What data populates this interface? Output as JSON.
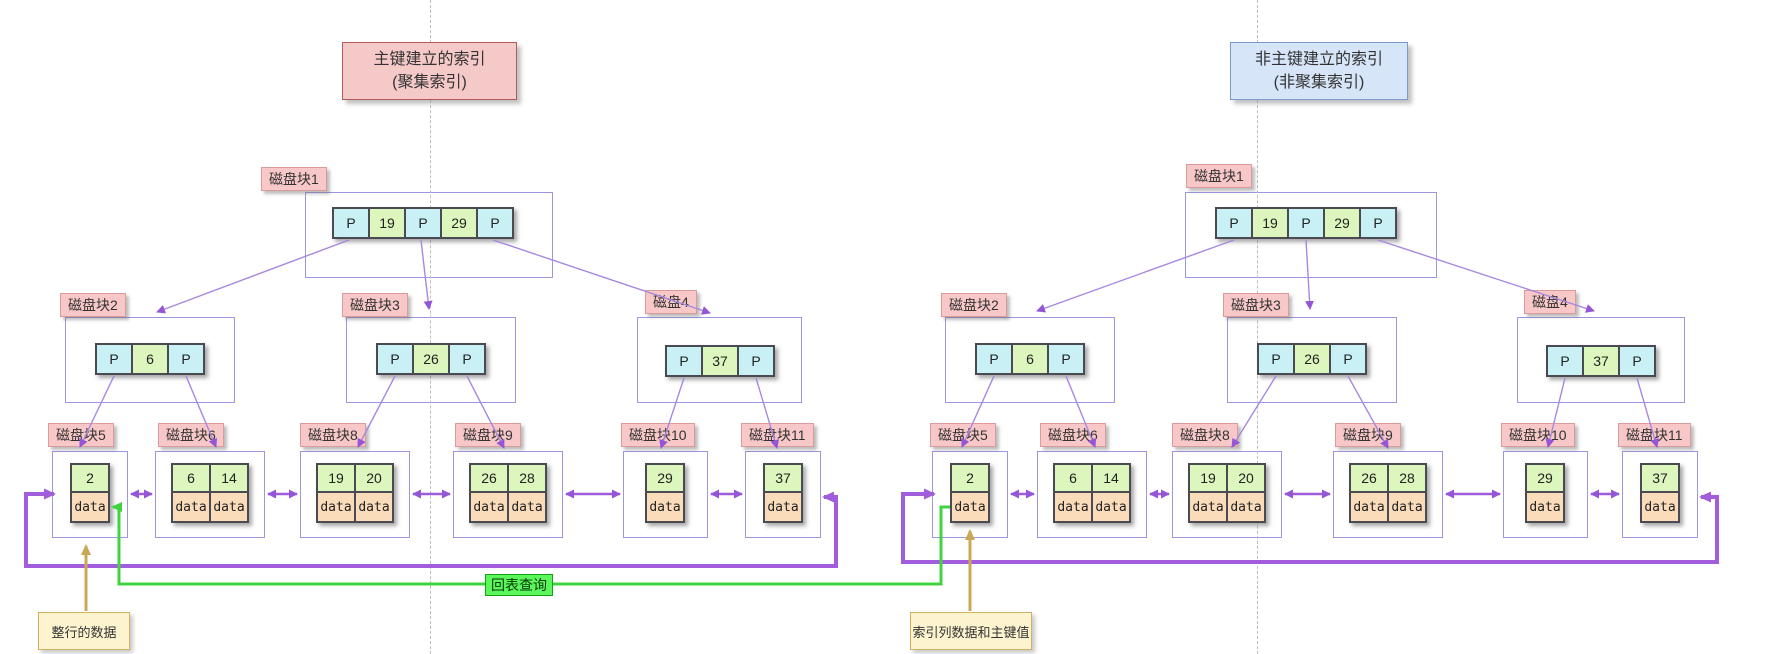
{
  "left_diagram": {
    "title": {
      "line1": "主键建立的索引",
      "line2": "(聚集索引)"
    },
    "root": {
      "label": "磁盘块1",
      "cells": [
        "P",
        "19",
        "P",
        "29",
        "P"
      ]
    },
    "internals": [
      {
        "label": "磁盘块2",
        "cells": [
          "P",
          "6",
          "P"
        ]
      },
      {
        "label": "磁盘块3",
        "cells": [
          "P",
          "26",
          "P"
        ]
      },
      {
        "label": "磁盘4",
        "cells": [
          "P",
          "37",
          "P"
        ]
      }
    ],
    "leaves": [
      {
        "label": "磁盘块5",
        "cols": [
          {
            "key": "2",
            "data": "data"
          }
        ]
      },
      {
        "label": "磁盘块6",
        "cols": [
          {
            "key": "6",
            "data": "data"
          },
          {
            "key": "14",
            "data": "data"
          }
        ]
      },
      {
        "label": "磁盘块8",
        "cols": [
          {
            "key": "19",
            "data": "data"
          },
          {
            "key": "20",
            "data": "data"
          }
        ]
      },
      {
        "label": "磁盘块9",
        "cols": [
          {
            "key": "26",
            "data": "data"
          },
          {
            "key": "28",
            "data": "data"
          }
        ]
      },
      {
        "label": "磁盘块10",
        "cols": [
          {
            "key": "29",
            "data": "data"
          }
        ]
      },
      {
        "label": "磁盘块11",
        "cols": [
          {
            "key": "37",
            "data": "data"
          }
        ]
      }
    ],
    "note": "整行的数据"
  },
  "right_diagram": {
    "title": {
      "line1": "非主键建立的索引",
      "line2": "(非聚集索引)"
    },
    "root": {
      "label": "磁盘块1",
      "cells": [
        "P",
        "19",
        "P",
        "29",
        "P"
      ]
    },
    "internals": [
      {
        "label": "磁盘块2",
        "cells": [
          "P",
          "6",
          "P"
        ]
      },
      {
        "label": "磁盘块3",
        "cells": [
          "P",
          "26",
          "P"
        ]
      },
      {
        "label": "磁盘4",
        "cells": [
          "P",
          "37",
          "P"
        ]
      }
    ],
    "leaves": [
      {
        "label": "磁盘块5",
        "cols": [
          {
            "key": "2",
            "data": "data"
          }
        ]
      },
      {
        "label": "磁盘块6",
        "cols": [
          {
            "key": "6",
            "data": "data"
          },
          {
            "key": "14",
            "data": "data"
          }
        ]
      },
      {
        "label": "磁盘块8",
        "cols": [
          {
            "key": "19",
            "data": "data"
          },
          {
            "key": "20",
            "data": "data"
          }
        ]
      },
      {
        "label": "磁盘块9",
        "cols": [
          {
            "key": "26",
            "data": "data"
          },
          {
            "key": "28",
            "data": "data"
          }
        ]
      },
      {
        "label": "磁盘块10",
        "cols": [
          {
            "key": "29",
            "data": "data"
          }
        ]
      },
      {
        "label": "磁盘块11",
        "cols": [
          {
            "key": "37",
            "data": "data"
          }
        ]
      }
    ],
    "note": "索引列数据和主键值"
  },
  "annotations": {
    "back_table_query": "回表查询"
  },
  "colors": {
    "pointer_cell_bg": "#c9f1f5",
    "key_cell_bg": "#ddf6bd",
    "data_cell_bg": "#fbdcba",
    "node_label_bg": "#f8c8c8",
    "container_border": "#9b98df",
    "arrow_purple": "#9e5bdb",
    "back_query_green": "#3fd43f",
    "note_arrow_tan": "#c9a855",
    "note_bg": "#fdf4cf",
    "title_left_bg": "#f6c9c9",
    "title_left_border": "#b05a5a",
    "title_right_bg": "#d6e5f8",
    "title_right_border": "#7a9cc6"
  }
}
